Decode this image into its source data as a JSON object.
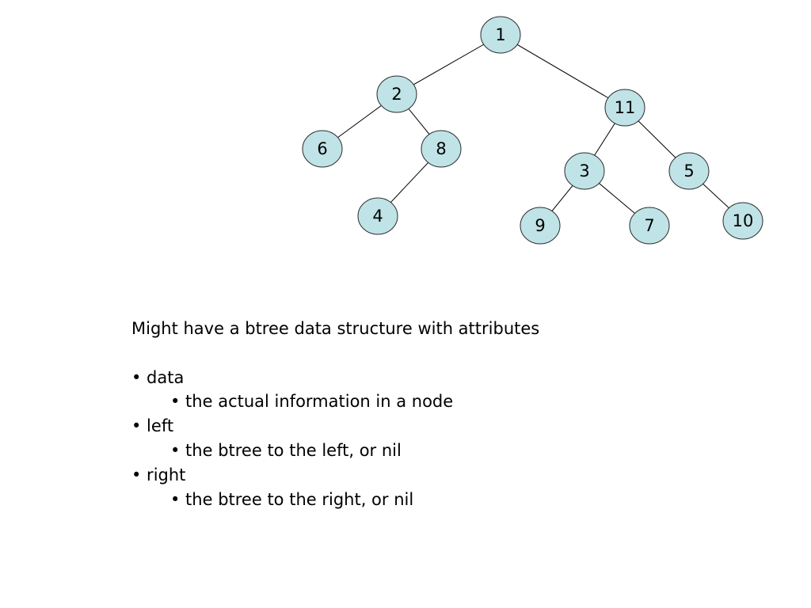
{
  "colors": {
    "node_fill": "#bfe3e6",
    "node_stroke": "#2b2b2b",
    "edge": "#000000"
  },
  "tree": {
    "nodes": [
      {
        "id": "n1",
        "label": "1"
      },
      {
        "id": "n2",
        "label": "2"
      },
      {
        "id": "n11",
        "label": "11"
      },
      {
        "id": "n6",
        "label": "6"
      },
      {
        "id": "n8",
        "label": "8"
      },
      {
        "id": "n4",
        "label": "4"
      },
      {
        "id": "n3",
        "label": "3"
      },
      {
        "id": "n5",
        "label": "5"
      },
      {
        "id": "n9",
        "label": "9"
      },
      {
        "id": "n7",
        "label": "7"
      },
      {
        "id": "n10",
        "label": "10"
      }
    ],
    "edges": [
      {
        "from": "n1",
        "to": "n2"
      },
      {
        "from": "n1",
        "to": "n11"
      },
      {
        "from": "n2",
        "to": "n6"
      },
      {
        "from": "n2",
        "to": "n8"
      },
      {
        "from": "n8",
        "to": "n4"
      },
      {
        "from": "n11",
        "to": "n3"
      },
      {
        "from": "n11",
        "to": "n5"
      },
      {
        "from": "n3",
        "to": "n9"
      },
      {
        "from": "n3",
        "to": "n7"
      },
      {
        "from": "n5",
        "to": "n10"
      }
    ]
  },
  "text": {
    "intro": "Might have a btree data structure with attributes",
    "attributes": [
      {
        "name": "• data",
        "description": "• the actual information in a node"
      },
      {
        "name": "• left",
        "description": "• the btree to the left, or nil"
      },
      {
        "name": "• right",
        "description": "• the btree to the right, or nil"
      }
    ]
  }
}
